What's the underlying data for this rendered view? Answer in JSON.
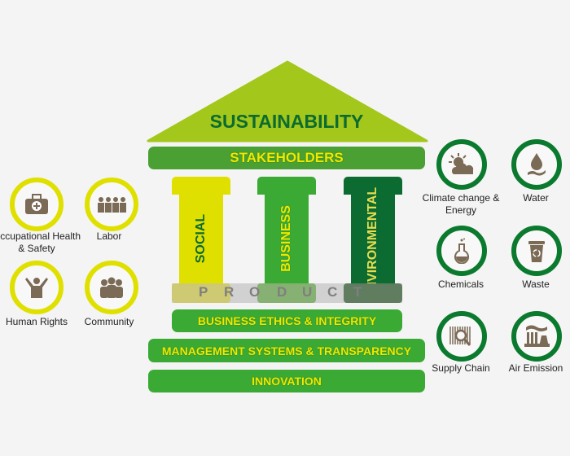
{
  "roof": "SUSTAINABILITY",
  "stakeholders": "STAKEHOLDERS",
  "pillars": [
    "SOCIAL",
    "BUSINESS",
    "ENVIRONMENTAL"
  ],
  "product": [
    "P",
    "R",
    "O",
    "D",
    "U",
    "C",
    "T"
  ],
  "foundation": [
    "BUSINESS ETHICS & INTEGRITY",
    "MANAGEMENT SYSTEMS & TRANSPARENCY",
    "INNOVATION"
  ],
  "social_topics": [
    {
      "label": "Occupational Health & Safety",
      "icon": "first-aid-kit-icon"
    },
    {
      "label": "Labor",
      "icon": "workers-icon"
    },
    {
      "label": "Human Rights",
      "icon": "raised-arms-icon"
    },
    {
      "label": "Community",
      "icon": "group-icon"
    }
  ],
  "environmental_topics": [
    {
      "label": "Climate change & Energy",
      "icon": "sun-cloud-icon"
    },
    {
      "label": "Water",
      "icon": "water-drop-hand-icon"
    },
    {
      "label": "Chemicals",
      "icon": "flask-icon"
    },
    {
      "label": "Waste",
      "icon": "recycle-bin-icon"
    },
    {
      "label": "Supply Chain",
      "icon": "barcode-search-icon"
    },
    {
      "label": "Air Emission",
      "icon": "factory-icon"
    }
  ],
  "colors": {
    "roof": "#a3c71a",
    "dark_green": "#0b6b30",
    "mid_green": "#3aaa35",
    "yellow": "#e0e000",
    "icon": "#7b6a55",
    "ring_left": "#e0e000",
    "ring_right": "#0b7a2e"
  }
}
